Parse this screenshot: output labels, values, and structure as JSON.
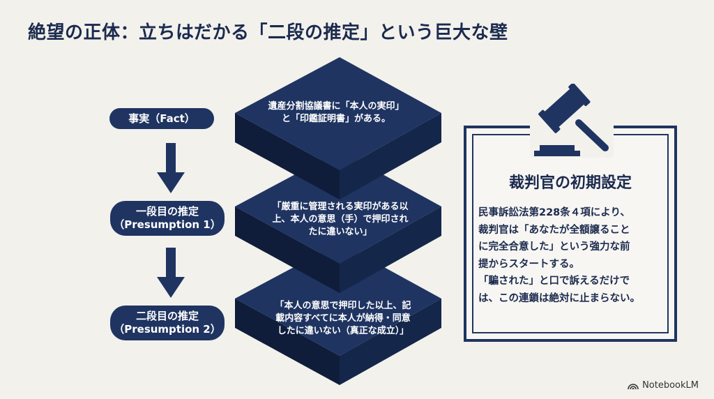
{
  "title": "絶望の正体：立ちはだかる「二段の推定」という巨大な壁",
  "steps": [
    {
      "label_lines": [
        "事実（Fact）"
      ],
      "block_lines": [
        "遺産分割協議書に「本人の実印」",
        "と「印鑑証明書」がある。"
      ]
    },
    {
      "label_lines": [
        "一段目の推定",
        "（Presumption 1）"
      ],
      "block_lines": [
        "「厳重に管理される実印がある以",
        "上、本人の意思（手）で押印され",
        "たに違いない」"
      ]
    },
    {
      "label_lines": [
        "二段目の推定",
        "（Presumption 2）"
      ],
      "block_lines": [
        "「本人の意思で押印した以上、記",
        "載内容すべてに本人が納得・同意",
        "したに違いない（真正な成立）」"
      ]
    }
  ],
  "judge": {
    "title": "裁判官の初期設定",
    "body_lines": [
      "民事訴訟法第228条４項により、",
      "裁判官は「あなたが全額譲ること",
      "に完全合意した」という強力な前",
      "提からスタートする。",
      "「騙された」と口で訴えるだけで",
      "は、この連鎖は絶対に止まらない。"
    ],
    "icon": "gavel-icon"
  },
  "footer": {
    "brand": "NotebookLM",
    "icon": "notebooklm-logo-icon"
  },
  "colors": {
    "navy": "#1f3461",
    "navy_dark": "#14264a",
    "navy_side": "#0f1d3a",
    "background": "#f2f1ec"
  }
}
